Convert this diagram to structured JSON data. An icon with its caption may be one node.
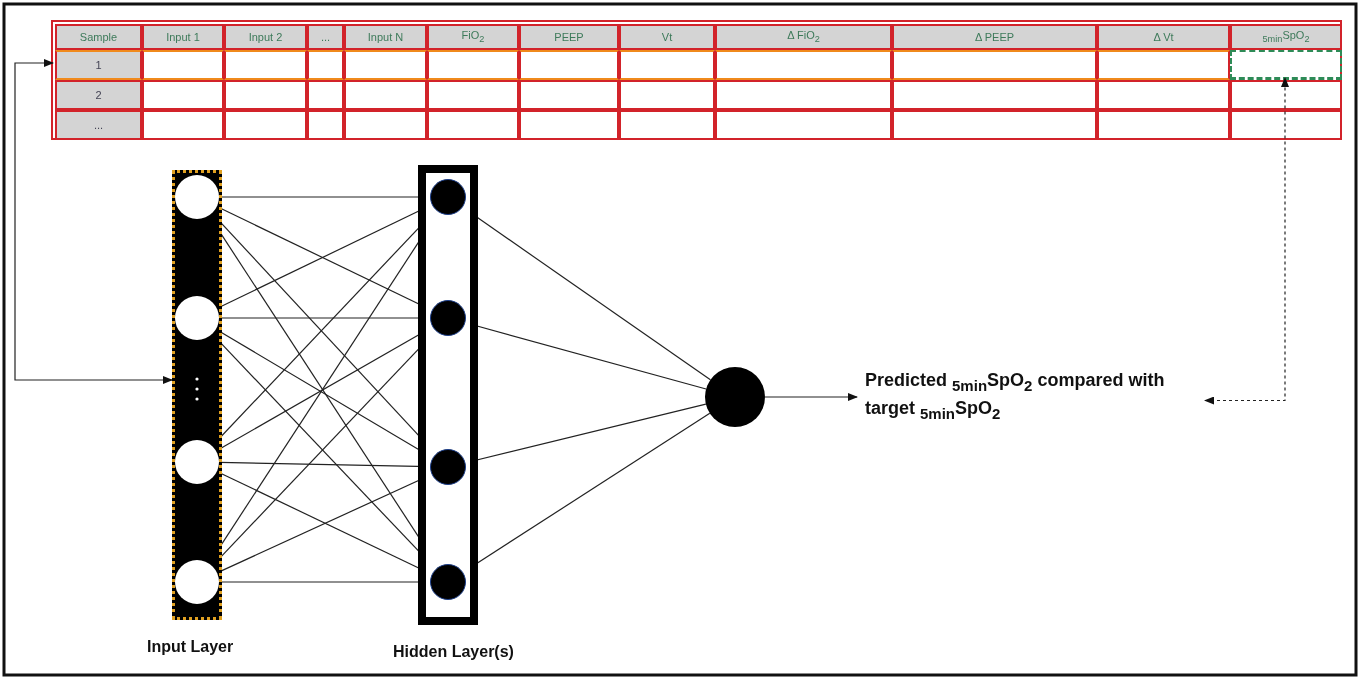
{
  "diagram": {
    "nodes": [
      {
        "text": [
          "1"
        ]
      },
      {
        "text": [],
        "shape": "box"
      },
      {
        "text": [],
        "shape": "bar",
        "beside": [
          "Input Layer"
        ]
      },
      {
        "text": [],
        "shape": "circle",
        "in": 2
      },
      {
        "text": [],
        "shape": "circle",
        "in": 2
      },
      {
        "text": [],
        "shape": "circle",
        "in": 2
      },
      {
        "text": [],
        "shape": "circle",
        "in": 2
      },
      {
        "text": [],
        "shape": "box",
        "beside": [
          "Hidden Layer(s)"
        ]
      },
      {
        "text": [],
        "shape": "circle",
        "in": 7
      },
      {
        "text": [],
        "shape": "circle",
        "in": 7
      },
      {
        "text": [],
        "shape": "circle",
        "in": 7
      },
      {
        "text": [],
        "shape": "circle",
        "in": 7
      },
      {
        "text": [],
        "shape": "circle"
      },
      {
        "text": [
          "Predicted $_{5min}$SpO$_{2}$ compared with target $_{5min}$SpO$_{2}$"
        ]
      }
    ],
    "edges": [
      {
        "from": 0,
        "to": 2,
        "arrow": "both"
      },
      {
        "from": 13,
        "to": 1,
        "arrow": "both",
        "style": "dashed"
      },
      {
        "from": 3,
        "to": 8,
        "arrow": "none"
      },
      {
        "from": 3,
        "to": 9,
        "arrow": "none"
      },
      {
        "from": 3,
        "to": 10,
        "arrow": "none"
      },
      {
        "from": 3,
        "to": 11,
        "arrow": "none"
      },
      {
        "from": 4,
        "to": 8,
        "arrow": "none"
      },
      {
        "from": 4,
        "to": 9,
        "arrow": "none"
      },
      {
        "from": 4,
        "to": 10,
        "arrow": "none"
      },
      {
        "from": 4,
        "to": 11,
        "arrow": "none"
      },
      {
        "from": 5,
        "to": 8,
        "arrow": "none"
      },
      {
        "from": 5,
        "to": 9,
        "arrow": "none"
      },
      {
        "from": 5,
        "to": 10,
        "arrow": "none"
      },
      {
        "from": 5,
        "to": 11,
        "arrow": "none"
      },
      {
        "from": 6,
        "to": 8,
        "arrow": "none"
      },
      {
        "from": 6,
        "to": 9,
        "arrow": "none"
      },
      {
        "from": 6,
        "to": 10,
        "arrow": "none"
      },
      {
        "from": 6,
        "to": 11,
        "arrow": "none"
      },
      {
        "from": 8,
        "to": 12,
        "arrow": "none"
      },
      {
        "from": 9,
        "to": 12,
        "arrow": "none"
      },
      {
        "from": 10,
        "to": 12,
        "arrow": "none"
      },
      {
        "from": 11,
        "to": 12,
        "arrow": "none"
      },
      {
        "from": 12,
        "to": 13,
        "arrow": "to"
      }
    ],
    "labels": [
      "Sample",
      "Input 1",
      "Input 2",
      "...",
      "Input N",
      "FiO$_{2}$",
      "PEEP",
      "Vt",
      "Δ FiO$_{2}$",
      "Δ PEEP",
      "Δ Vt",
      "$_{5min}$SpO$_{2}$",
      "2",
      "..."
    ]
  }
}
